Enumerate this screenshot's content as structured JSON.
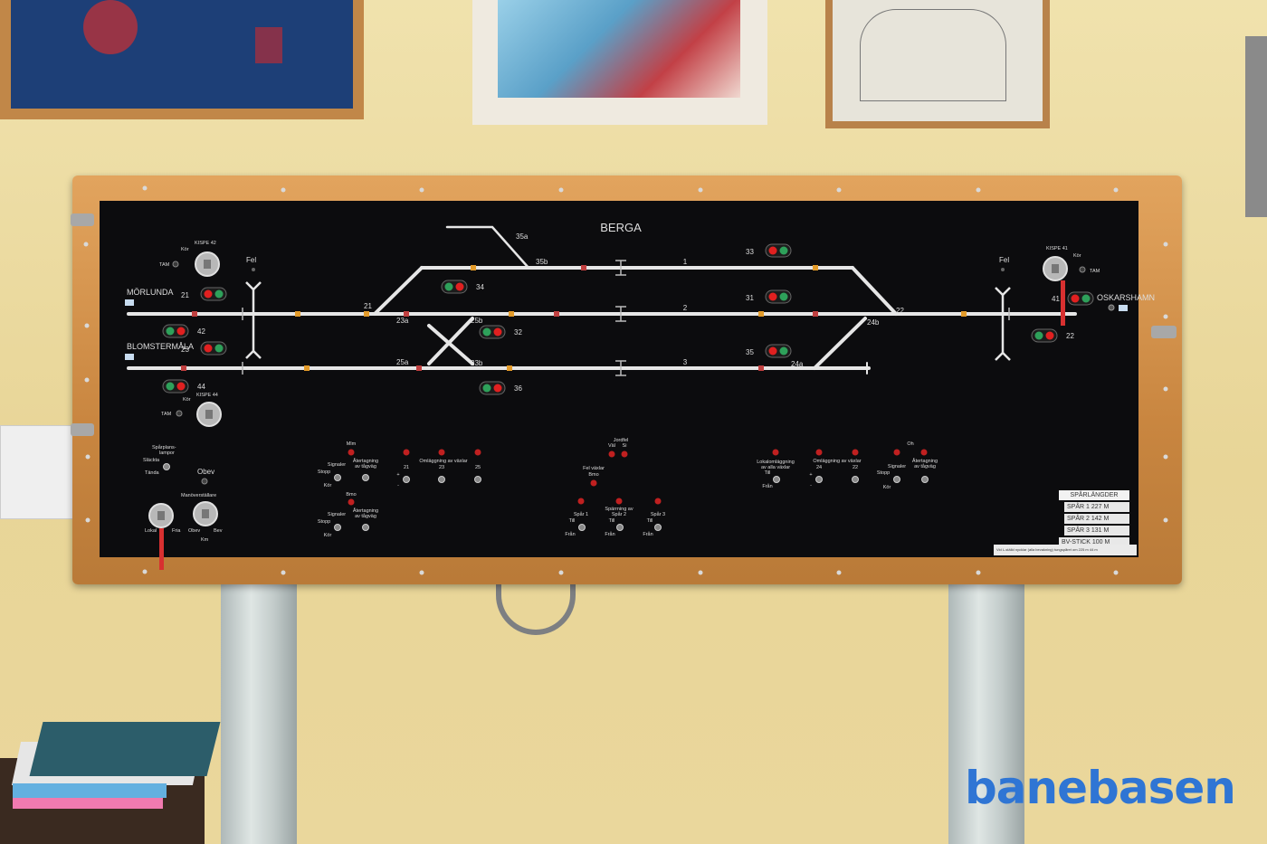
{
  "panel": {
    "station_name": "BERGA",
    "destinations": {
      "left_upper": "MÖRLUNDA",
      "left_lower": "BLOMSTERMÅLA",
      "right": "OSKARSHAMN"
    },
    "track_numbers": {
      "t1": "1",
      "t2": "2",
      "t3": "3"
    },
    "switch_labels": {
      "s35a": "35a",
      "s35b": "35b",
      "s21": "21",
      "s22": "22",
      "s23a": "23a",
      "s23b": "23b",
      "s25a": "25a",
      "s25b": "25b",
      "s24a": "24a",
      "s24b": "24b"
    },
    "signal_labels": {
      "s33": "33",
      "s34": "34",
      "s31": "31",
      "s32": "32",
      "s35": "35",
      "s36": "36",
      "s21": "21",
      "s42": "42",
      "s23": "23",
      "s44": "44",
      "s41": "41",
      "s22": "22"
    },
    "left_block": {
      "fel": "Fel",
      "kispe_top": "KISPE 42",
      "kor_top": "Kör",
      "tam_top": "TAM",
      "kispe_bottom": "KISPE 44",
      "kor_bottom": "Kör",
      "tam_bottom": "TAM"
    },
    "right_block": {
      "fel": "Fel",
      "kispe": "KISPE 41",
      "kor": "Kör",
      "tam": "TAM"
    },
    "bottom_left": {
      "sparplan_1": "Spårplans-",
      "sparplan_2": "lampor",
      "slackta": "Släckta",
      "tanda": "Tända",
      "obev": "Obev",
      "manover": "Manöverställare",
      "lokal": "Lokal",
      "fria": "Fria",
      "obev2": "Obev",
      "bev": "Bev",
      "km": "Km"
    },
    "group_mlm": {
      "title": "Mlm",
      "signaler": "Signaler",
      "atertagning_1": "Återtagning",
      "atertagning_2": "av tågväg",
      "stopp": "Stopp",
      "kor": "Kör"
    },
    "group_bmo": {
      "title": "Bmo",
      "signaler": "Signaler",
      "atertagning_1": "Återtagning",
      "atertagning_2": "av tågväg",
      "stopp": "Stopp",
      "kor": "Kör"
    },
    "group_omlagg_left": {
      "title": "Omläggning av växlar",
      "v21": "21",
      "v23": "23",
      "v25": "25",
      "plus": "+",
      "minus": "-"
    },
    "group_jordfel": {
      "title": "Jordfel",
      "val": "Väl",
      "si": "Si",
      "fel_vaxlar": "Fel växlar",
      "bmo": "Bmo"
    },
    "group_sparning": {
      "spar1": "Spår 1",
      "sparning_1": "Spärrning av",
      "sparning_2": "Spår 2",
      "spar3": "Spår 3",
      "till": "Till",
      "fran": "Från"
    },
    "group_lokal": {
      "line1": "Lokalomläggning",
      "line2": "av alla växlar",
      "till": "Till",
      "fran": "Från"
    },
    "group_omlagg_right": {
      "title": "Omläggning av växlar",
      "v24": "24",
      "v22": "22",
      "plus": "+",
      "minus": "-"
    },
    "group_oh": {
      "title": "Oh",
      "signaler": "Signaler",
      "atertagning_1": "Återtagning",
      "atertagning_2": "av tågväg",
      "stopp": "Stopp",
      "kor": "Kör"
    },
    "track_lengths": {
      "header": "SPÅRLÄNGDER",
      "rows": [
        "SPÅR 1 227 M",
        "SPÅR 2 142 M",
        "SPÅR 3 131 M",
        "BV-STICK 100 M"
      ]
    },
    "note": "Vid L-ställd nycklar (alla bevakning) tungspåret om 225 m 44 m"
  },
  "watermark": "banebasen",
  "colors": {
    "panel": "#0c0c0e",
    "track": "#e8e8e8",
    "frame_wood": "#cf8b45",
    "wall": "#ebd89e",
    "watermark": "#2f75d4",
    "lamp_red": "#e02020",
    "lamp_green": "#2ea05a"
  }
}
